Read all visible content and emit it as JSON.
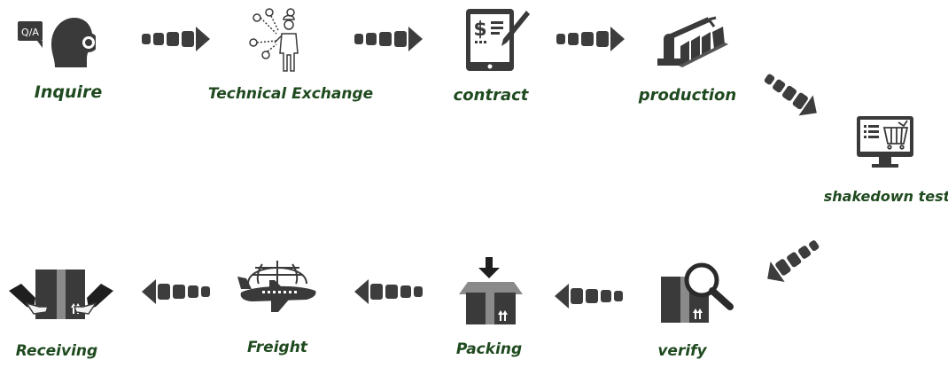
{
  "colors": {
    "label": "#1f4a1f",
    "icon": "#3a3a3a",
    "arrow": "#3d3d3d",
    "box_mid": "#8a8a8a"
  },
  "steps": [
    {
      "label": "Inquire",
      "icon": "customer-service-headset-icon"
    },
    {
      "label": "Technical Exchange",
      "icon": "engineer-icon"
    },
    {
      "label": "contract",
      "icon": "tablet-contract-icon"
    },
    {
      "label": "production",
      "icon": "robotic-arm-production-icon"
    },
    {
      "label": "shakedown test",
      "icon": "monitor-test-icon"
    },
    {
      "label": "verify",
      "icon": "box-magnifier-icon"
    },
    {
      "label": "Packing",
      "icon": "open-box-icon"
    },
    {
      "label": "Freight",
      "icon": "globe-airplane-icon"
    },
    {
      "label": "Receiving",
      "icon": "hands-box-icon"
    }
  ]
}
